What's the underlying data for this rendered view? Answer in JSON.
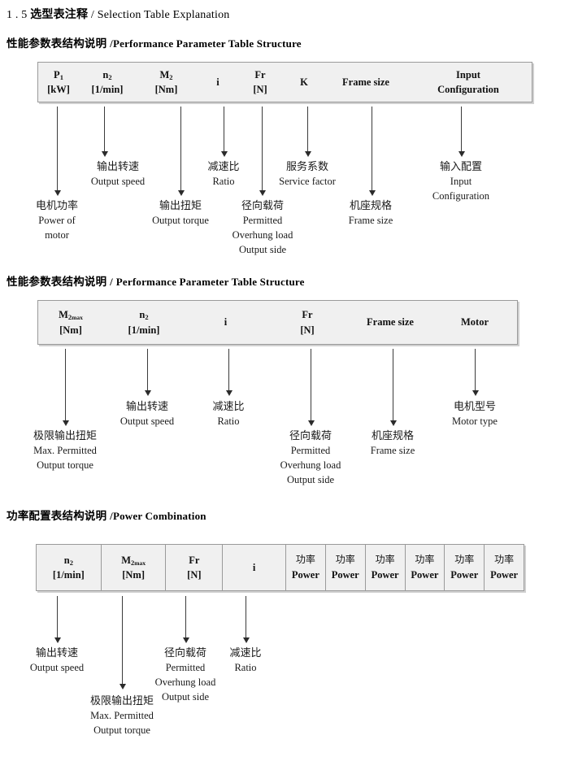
{
  "document": {
    "number": "1 . 5",
    "title_cn": "选型表注释",
    "separator": "/",
    "title_en": "Selection Table Explanation"
  },
  "sections": [
    {
      "heading_cn": "性能参数表结构说明",
      "heading_sep": "/",
      "heading_en": "Performance Parameter Table Structure",
      "table": {
        "columns": [
          {
            "line1": "P1",
            "line2": "[kW]"
          },
          {
            "line1": "n2",
            "line2": "[1/min]"
          },
          {
            "line1": "M2",
            "line2": "[Nm]"
          },
          {
            "line1": "i",
            "line2": ""
          },
          {
            "line1": "Fr",
            "line2": "[N]"
          },
          {
            "line1": "K",
            "line2": ""
          },
          {
            "line1": "Frame size",
            "line2": ""
          },
          {
            "line1": "Input",
            "line2": "Configuration"
          }
        ]
      },
      "notes": [
        {
          "cn": "电机功率",
          "en": [
            "Power of",
            "motor"
          ]
        },
        {
          "cn": "输出转速",
          "en": [
            "Output speed"
          ]
        },
        {
          "cn": "输出扭矩",
          "en": [
            "Output torque"
          ]
        },
        {
          "cn": "减速比",
          "en": [
            "Ratio"
          ]
        },
        {
          "cn": "径向载荷",
          "en": [
            "Permitted",
            "Overhung load",
            "Output side"
          ]
        },
        {
          "cn": "服务系数",
          "en": [
            "Service factor"
          ]
        },
        {
          "cn": "机座规格",
          "en": [
            "Frame size"
          ]
        },
        {
          "cn": "输入配置",
          "en": [
            "Input",
            "Configuration"
          ]
        }
      ]
    },
    {
      "heading_cn": "性能参数表结构说明",
      "heading_sep": "/",
      "heading_en": "Performance Parameter Table Structure",
      "table": {
        "columns": [
          {
            "line1": "M2max",
            "line2": "[Nm]"
          },
          {
            "line1": "n2",
            "line2": "[1/min]"
          },
          {
            "line1": "i",
            "line2": ""
          },
          {
            "line1": "Fr",
            "line2": "[N]"
          },
          {
            "line1": "Frame size",
            "line2": ""
          },
          {
            "line1": "Motor",
            "line2": ""
          }
        ]
      },
      "notes": [
        {
          "cn": "极限输出扭矩",
          "en": [
            "Max. Permitted",
            "Output  torque"
          ]
        },
        {
          "cn": "输出转速",
          "en": [
            "Output speed"
          ]
        },
        {
          "cn": "减速比",
          "en": [
            "Ratio"
          ]
        },
        {
          "cn": "径向载荷",
          "en": [
            "Permitted",
            "Overhung load",
            "Output side"
          ]
        },
        {
          "cn": "机座规格",
          "en": [
            "Frame size"
          ]
        },
        {
          "cn": "电机型号",
          "en": [
            "Motor type"
          ]
        }
      ]
    },
    {
      "heading_cn": "功率配置表结构说明",
      "heading_sep": "/",
      "heading_en": "Power Combination",
      "table": {
        "columns": [
          {
            "line1": "n2",
            "line2": "[1/min]"
          },
          {
            "line1": "M2max",
            "line2": "[Nm]"
          },
          {
            "line1": "Fr",
            "line2": "[N]"
          },
          {
            "line1": "i",
            "line2": ""
          },
          {
            "line1": "功率",
            "line2": "Power"
          },
          {
            "line1": "功率",
            "line2": "Power"
          },
          {
            "line1": "功率",
            "line2": "Power"
          },
          {
            "line1": "功率",
            "line2": "Power"
          },
          {
            "line1": "功率",
            "line2": "Power"
          },
          {
            "line1": "功率",
            "line2": "Power"
          }
        ]
      },
      "notes": [
        {
          "cn": "输出转速",
          "en": [
            "Output speed"
          ]
        },
        {
          "cn": "极限输出扭矩",
          "en": [
            "Max. Permitted",
            "Output  torque"
          ]
        },
        {
          "cn": "径向载荷",
          "en": [
            "Permitted",
            "Overhung load",
            "Output side"
          ]
        },
        {
          "cn": "减速比",
          "en": [
            "Ratio"
          ]
        }
      ]
    }
  ],
  "colors": {
    "table_fill": "#f0f0f0",
    "table_border": "#9a9a9a",
    "arrow": "#2b2b2b",
    "text": "#1a1a1a"
  }
}
